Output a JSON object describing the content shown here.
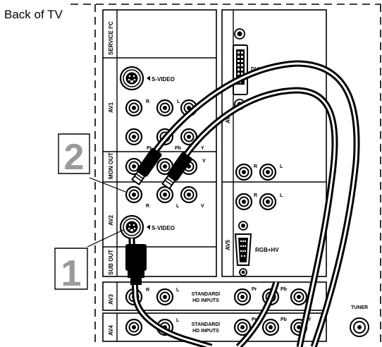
{
  "title": "Back of TV",
  "callouts": [
    "2",
    "1"
  ],
  "sections": {
    "service": "SERVICE I²C",
    "av1": "AV1",
    "mon_out": "MON OUT",
    "av2": "AV2",
    "sub_out": "SUB OUT",
    "av3": "AV3",
    "av4": "AV4",
    "av5": "AV5",
    "av6": "AV6"
  },
  "labels": {
    "svideo_av1": "S-VIDEO",
    "svideo_av2": "S-VIDEO",
    "dvi": "DVI",
    "rgbhv": "RGB+HV",
    "tuner": "TUNER",
    "standard_av3_line1": "STANDARD/",
    "standard_av3_line2": "HD INPUTS",
    "standard_av4_line1": "STANDARD/",
    "standard_av4_line2": "HD INPUTS",
    "av1_r": "R",
    "av1_l": "L",
    "av1_pr": "Pr",
    "av1_pb": "Pb",
    "av1_y": "Y",
    "mon_v": "V",
    "av2_r": "R",
    "av2_l": "L",
    "av2_v": "V",
    "av6_r": "R",
    "av6_l": "L",
    "av5_r": "R",
    "av5_l": "L",
    "av3_r": "R",
    "av3_l": "L",
    "av3_pr": "Pr",
    "av3_pb": "Pb",
    "av4_r": "R",
    "av4_l": "L",
    "av4_pr": "Pr",
    "av4_pb": "Pb",
    "av4_y": "Y"
  }
}
